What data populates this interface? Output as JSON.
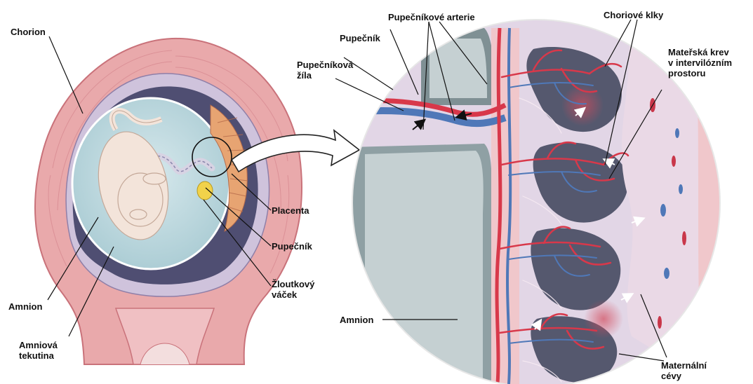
{
  "labels": {
    "chorion": "Chorion",
    "pupecnikove_arterie": "Pupečníkové arterie",
    "pupecnik_top": "Pupečník",
    "pupecnikova_zila": [
      "Pupečníková",
      "žíla"
    ],
    "choriove_klky": "Choriové klky",
    "materska_krev": [
      "Mateřská krev",
      "v intervilózním",
      "prostoru"
    ],
    "placenta": "Placenta",
    "pupecnik_right": "Pupečník",
    "zloutkovy_vacek": [
      "Žloutkový",
      "váček"
    ],
    "amnion_left": "Amnion",
    "amniova_tekutina": [
      "Amniová",
      "tekutina"
    ],
    "amnion_center": "Amnion",
    "maternalni_cevy": [
      "Maternální",
      "cévy"
    ]
  },
  "colors": {
    "uterus_wall": "#e9a9ab",
    "uterus_edge": "#c9727a",
    "amniotic_fluid": "#b9d6dc",
    "embryo": "#f3e4da",
    "chorion_dark": "#4f4e72",
    "artery_red": "#d8384a",
    "vein_blue": "#4f78b8",
    "villi_lavender": "#e2d6e6",
    "intervillous_dark": "#55586e",
    "yolk_sac": "#f1d24a"
  }
}
